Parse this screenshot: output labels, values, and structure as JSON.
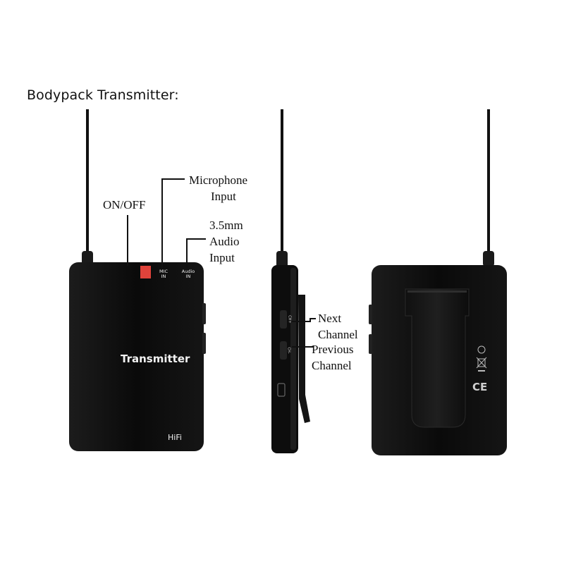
{
  "header": {
    "title": "Bodypack Transmitter:"
  },
  "callouts": {
    "on_off": "ON/OFF",
    "microphone_input": [
      "Microphone",
      "Input"
    ],
    "audio_input": [
      "3.5mm",
      "Audio",
      "Input"
    ],
    "next_channel": [
      "Next",
      "Channel"
    ],
    "previous_channel": [
      "Previous",
      "Channel"
    ]
  },
  "front_device": {
    "name": "Transmitter",
    "badge": "HiFi",
    "mic_port": [
      "MIC",
      "IN"
    ],
    "audio_port": [
      "Audio",
      "IN"
    ]
  },
  "side_device": {
    "button_labels": [
      "CH+",
      "CH-"
    ]
  },
  "back_device": {
    "marks": [
      "CE"
    ]
  },
  "colors": {
    "body": "#0b0b0b",
    "switch": "#e0433b",
    "leader": "#111111"
  }
}
